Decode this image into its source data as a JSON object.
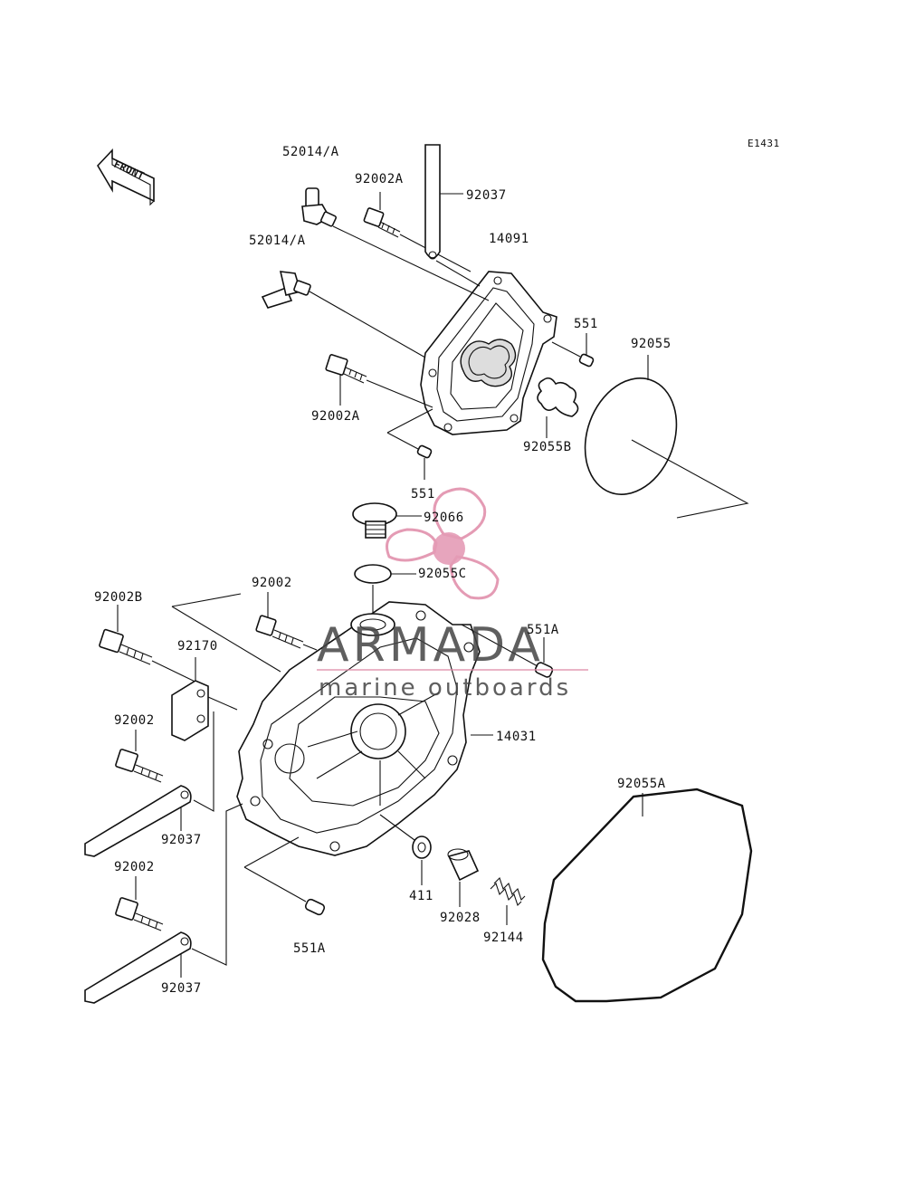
{
  "diagram_code": "E1431",
  "front_arrow_label": "FRONT",
  "watermark": {
    "brand": "ARMADA",
    "tagline": "marine outboards",
    "color_text": "#444444",
    "color_accent": "#e08aa8"
  },
  "labels": {
    "p52014a_top": "52014/A",
    "p92002a_top": "92002A",
    "p92037_top": "92037",
    "p14091": "14091",
    "p52014a_mid": "52014/A",
    "p551_right": "551",
    "p92055": "92055",
    "p92002a_mid": "92002A",
    "p92055b": "92055B",
    "p551_mid": "551",
    "p92066": "92066",
    "p92055c": "92055C",
    "p92002b": "92002B",
    "p92002_top": "92002",
    "p551a_right": "551A",
    "p92170": "92170",
    "p14031": "14031",
    "p92002_mid": "92002",
    "p92055a": "92055A",
    "p92037_mid": "92037",
    "p411": "411",
    "p92028": "92028",
    "p92144": "92144",
    "p92002_low": "92002",
    "p551a_low": "551A",
    "p92037_low": "92037"
  }
}
